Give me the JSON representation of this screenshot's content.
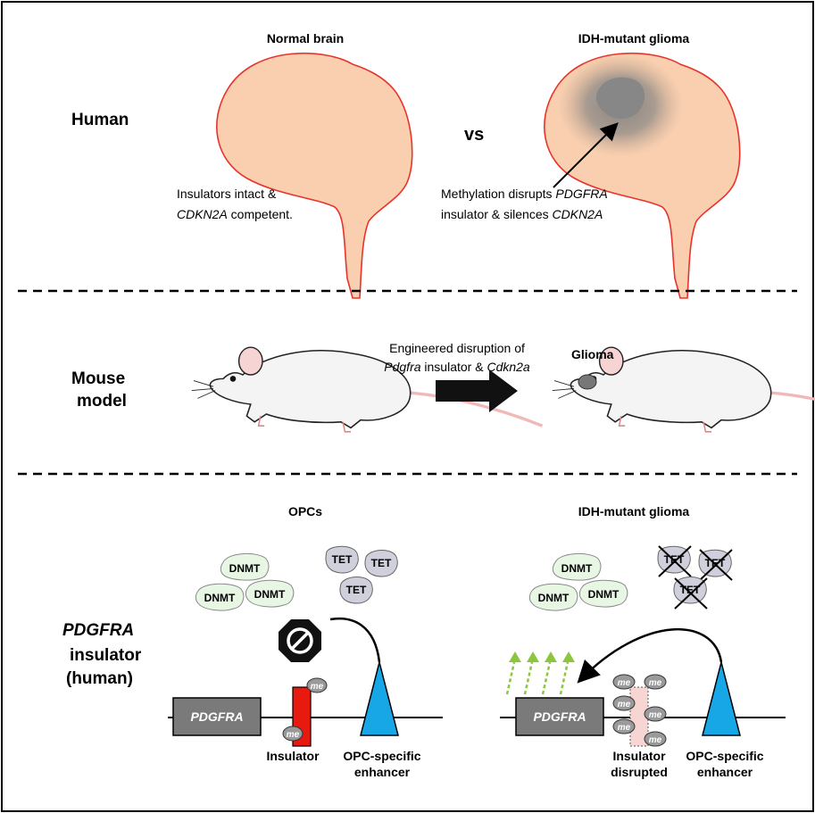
{
  "human": {
    "row_label": "Human",
    "normal_title": "Normal brain",
    "glioma_title": "IDH-mutant glioma",
    "vs": "vs",
    "normal_caption_line1": "Insulators intact &",
    "normal_caption_italic": "CDKN2A",
    "normal_caption_rest": " competent.",
    "glioma_caption_line1_pre": "Methylation disrupts ",
    "glioma_caption_line1_italic": "PDGFRA",
    "glioma_caption_line2_pre": "insulator & silences ",
    "glioma_caption_line2_italic": "CDKN2A"
  },
  "mouse": {
    "row_label_line1": "Mouse",
    "row_label_line2": "model",
    "arrow_text_line1": "Engineered disruption of",
    "arrow_text_line2_italic1": "Pdgfra",
    "arrow_text_line2_mid": " insulator & ",
    "arrow_text_line2_italic2": "Cdkn2a",
    "glioma_label": "Glioma"
  },
  "insulator": {
    "row_label_italic": "PDGFRA",
    "row_label_line2": "insulator",
    "row_label_line3": "(human)",
    "opc_title": "OPCs",
    "glioma_title": "IDH-mutant glioma",
    "dnmt": "DNMT",
    "tet": "TET",
    "me": "me",
    "gene": "PDGFRA",
    "insulator_label": "Insulator",
    "insulator_disrupted_line1": "Insulator",
    "insulator_disrupted_line2": "disrupted",
    "enhancer_line1": "OPC-specific",
    "enhancer_line2": "enhancer"
  },
  "colors": {
    "brain_fill": "#f9cfb0",
    "brain_outline": "#e8332a",
    "tumor": "#888888",
    "dnmt_fill": "#e8f6e4",
    "tet_fill": "#cfd0dc",
    "insulator_red": "#e8190f",
    "insulator_disrupted": "#f6d5d3",
    "enhancer_blue": "#18a7e6",
    "gene_box": "#7a7a7a",
    "me_fill": "#9a9a9a",
    "green_arrows": "#8cc63f"
  }
}
